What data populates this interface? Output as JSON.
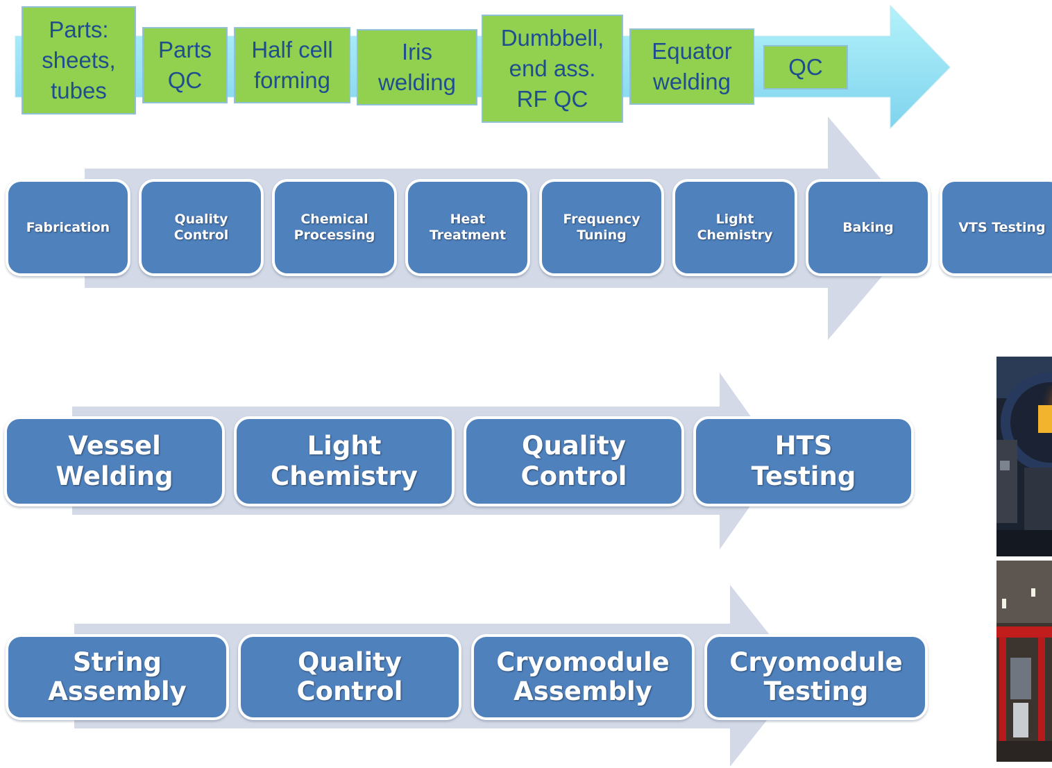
{
  "workflow_rows": {
    "cell_fabrication": {
      "steps": [
        {
          "label": "Parts:\nsheets,\ntubes"
        },
        {
          "label": "Parts\nQC"
        },
        {
          "label": "Half cell\nforming"
        },
        {
          "label": "Iris\nwelding"
        },
        {
          "label": "Dumbbell,\nend ass.\nRF QC"
        },
        {
          "label": "Equator\nwelding"
        },
        {
          "label": "QC"
        }
      ]
    },
    "cavity_processing": {
      "steps": [
        {
          "label": "Fabrication"
        },
        {
          "label": "Quality\nControl"
        },
        {
          "label": "Chemical\nProcessing"
        },
        {
          "label": "Heat\nTreatment"
        },
        {
          "label": "Frequency\nTuning"
        },
        {
          "label": "Light\nChemistry"
        },
        {
          "label": "Baking"
        },
        {
          "label": "VTS Testing"
        }
      ]
    },
    "dressed_cavity": {
      "steps": [
        {
          "label": "Vessel\nWelding"
        },
        {
          "label": "Light\nChemistry"
        },
        {
          "label": "Quality\nControl"
        },
        {
          "label": "HTS\nTesting"
        }
      ]
    },
    "cryomodule": {
      "steps": [
        {
          "label": "String\nAssembly"
        },
        {
          "label": "Quality\nControl"
        },
        {
          "label": "Cryomodule\nAssembly"
        },
        {
          "label": "Cryomodule\nTesting"
        }
      ]
    }
  },
  "colors": {
    "green_step": "#92d050",
    "green_text": "#1f4e8f",
    "blue_step": "#4f81bd",
    "grey_arrow": "#d3d9e6",
    "cyan_arrow": "#9ee8f5"
  },
  "photos": [
    {
      "subject": "cryostat-photo"
    },
    {
      "subject": "assembly-hall-photo"
    }
  ]
}
